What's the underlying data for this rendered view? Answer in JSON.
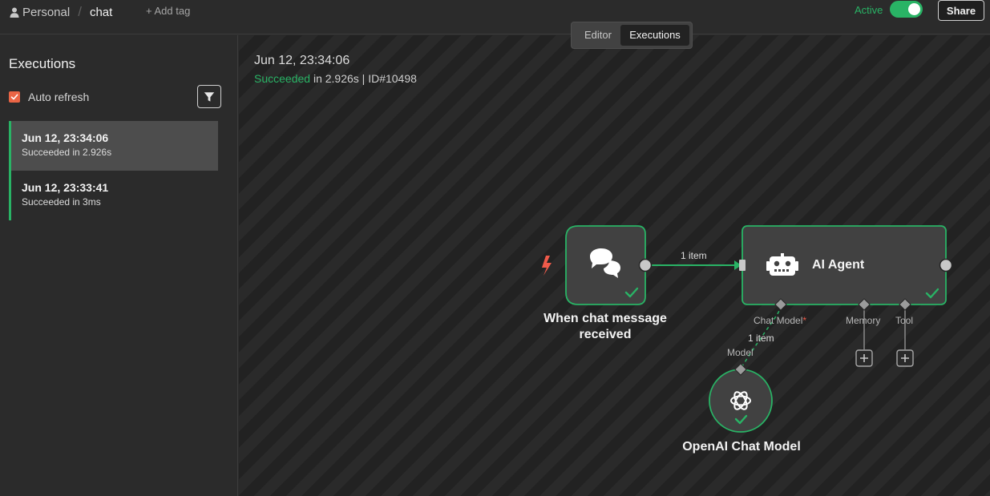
{
  "header": {
    "breadcrumb_parent": "Personal",
    "breadcrumb_separator": "/",
    "breadcrumb_current": "chat",
    "add_tag": "+ Add tag",
    "active_label": "Active",
    "active": true,
    "share_label": "Share"
  },
  "mode_switch": {
    "editor_label": "Editor",
    "executions_label": "Executions",
    "selected": "Executions"
  },
  "sidebar": {
    "title": "Executions",
    "auto_refresh_label": "Auto refresh",
    "auto_refresh_checked": true,
    "executions": [
      {
        "time": "Jun 12, 23:34:06",
        "status": "Succeeded in 2.926s",
        "selected": true
      },
      {
        "time": "Jun 12, 23:33:41",
        "status": "Succeeded in 3ms",
        "selected": false
      }
    ]
  },
  "canvas": {
    "exec_time": "Jun 12, 23:34:06",
    "exec_status": "Succeeded",
    "exec_duration": " in 2.926s",
    "exec_separator": " | ",
    "exec_id": "ID#10498",
    "nodes": {
      "trigger": {
        "label": "When chat message received",
        "icon": "chat-bubbles-icon"
      },
      "agent": {
        "label": "AI Agent",
        "icon": "robot-icon"
      },
      "model": {
        "label": "OpenAI Chat Model",
        "icon": "openai-icon"
      }
    },
    "edges": {
      "main_items": "1 item",
      "model_items": "1 item"
    },
    "ports": {
      "chat_model": "Chat Model",
      "chat_model_required": "*",
      "memory": "Memory",
      "tool": "Tool",
      "model": "Model"
    },
    "colors": {
      "success": "#29b365",
      "trigger_bolt": "#ef5a4a",
      "accent": "#ea6545"
    }
  }
}
